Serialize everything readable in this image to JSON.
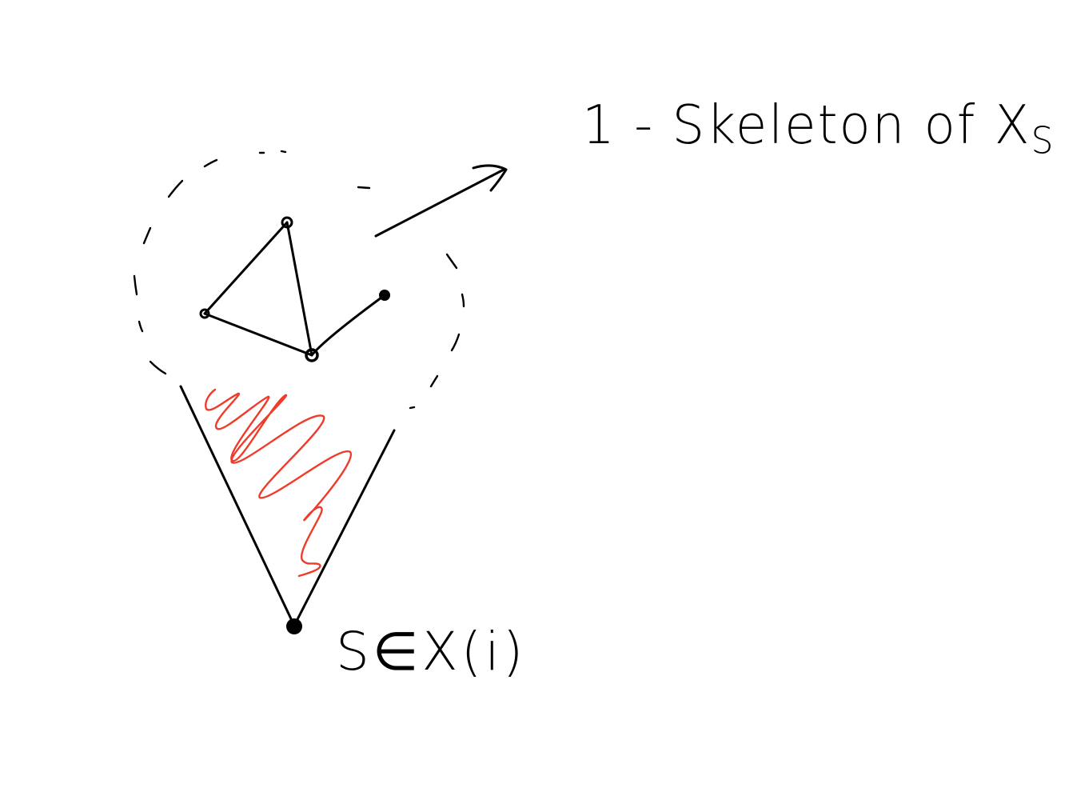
{
  "labels": {
    "skeleton_main": "1 - Skeleton of X",
    "skeleton_sub": "S",
    "vertex": "S∈X(i)"
  },
  "colors": {
    "ink": "#000000",
    "scribble": "#f03a2a",
    "background": "#ffffff"
  }
}
